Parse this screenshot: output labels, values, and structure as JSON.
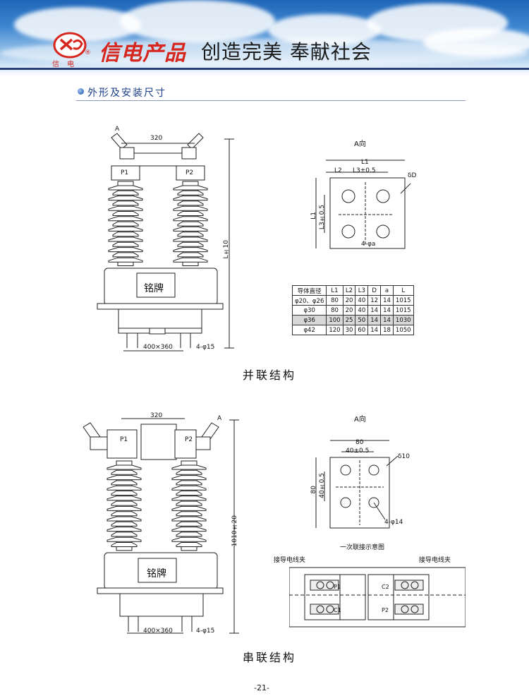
{
  "header": {
    "logo_chars": "信  电",
    "logo_mark": "®",
    "brand": "信电产品",
    "slogan": "创造完美  奉献社会"
  },
  "section": {
    "title": "外形及安装尺寸"
  },
  "parallel": {
    "caption": "并联结构",
    "dim_320": "320",
    "label_p1": "P1",
    "label_p2": "P2",
    "label_a": "A",
    "dim_height": "L±10",
    "nameplate": "铭牌",
    "dim_base": "400×360",
    "dim_holes": "4-φ15"
  },
  "a_view_1": {
    "title": "A向",
    "l1_top": "L1",
    "l2": "L2",
    "l3_top": "L3±0.5",
    "delta": "δD",
    "l1_side": "L1",
    "l3_side": "L3±0.5",
    "holes": "4-φa"
  },
  "spec_table": {
    "headers": [
      "导体直径",
      "L1",
      "L2",
      "L3",
      "D",
      "a",
      "L"
    ],
    "rows": [
      [
        "φ20、φ26",
        "80",
        "20",
        "40",
        "12",
        "14",
        "1015"
      ],
      [
        "φ30",
        "80",
        "20",
        "40",
        "14",
        "14",
        "1015"
      ],
      [
        "φ36",
        "100",
        "25",
        "50",
        "14",
        "14",
        "1030"
      ],
      [
        "φ42",
        "120",
        "30",
        "60",
        "14",
        "18",
        "1050"
      ]
    ]
  },
  "series": {
    "caption": "串联结构",
    "dim_320": "320",
    "label_p1": "P1",
    "label_p2": "P2",
    "label_a": "A",
    "dim_height": "1010±20",
    "nameplate": "铭牌",
    "dim_base": "400×360",
    "dim_holes": "4-φ15"
  },
  "a_view_2": {
    "title": "A向",
    "dim_80_top": "80",
    "dim_40_top": "40±0.5",
    "delta": "δ10",
    "dim_80_side": "80",
    "dim_40_side": "40±0.5",
    "holes": "4-φ14"
  },
  "connection_diagram": {
    "title": "一次联接示意图",
    "left_label": "接导电线夹",
    "right_label": "接导电线夹",
    "p1": "P1",
    "c1": "C1",
    "c2": "C2",
    "p2": "P2"
  },
  "footer": {
    "page_number": "-21-"
  }
}
